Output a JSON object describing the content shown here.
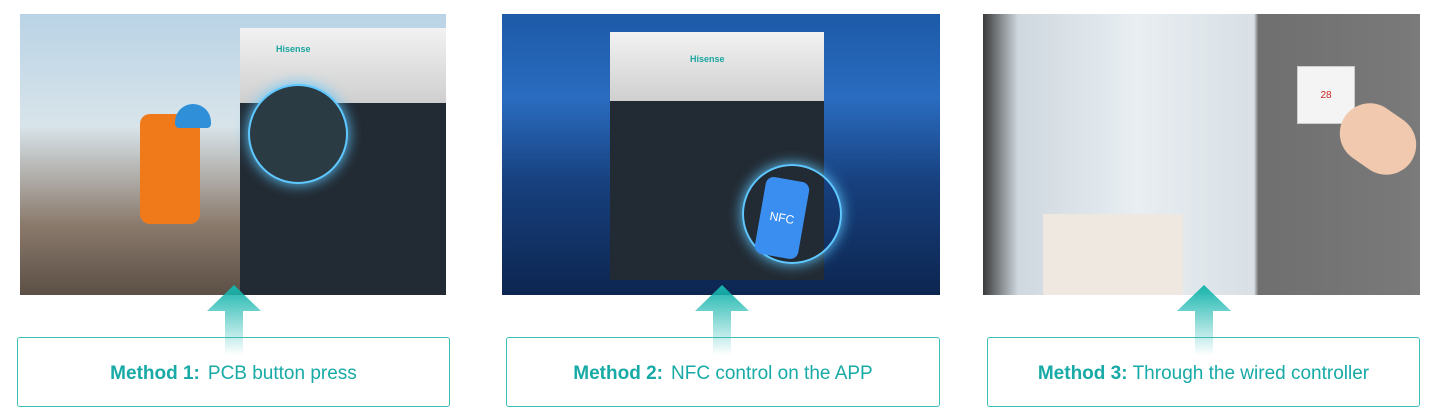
{
  "methods": [
    {
      "label": "Method 1:",
      "text": "PCB button press",
      "photo": "technician-pressing-pcb-button"
    },
    {
      "label": "Method 2:",
      "text": "NFC control on the APP",
      "photo": "phone-nfc-outdoor-unit",
      "phone_text": "NFC"
    },
    {
      "label": "Method 3:",
      "text": "Through the wired controller",
      "photo": "office-wired-controller",
      "controller_text": "28"
    }
  ],
  "brand": {
    "logo": "Hisense"
  },
  "colors": {
    "accent": "#17aaa6",
    "border": "#3dbdb8"
  }
}
